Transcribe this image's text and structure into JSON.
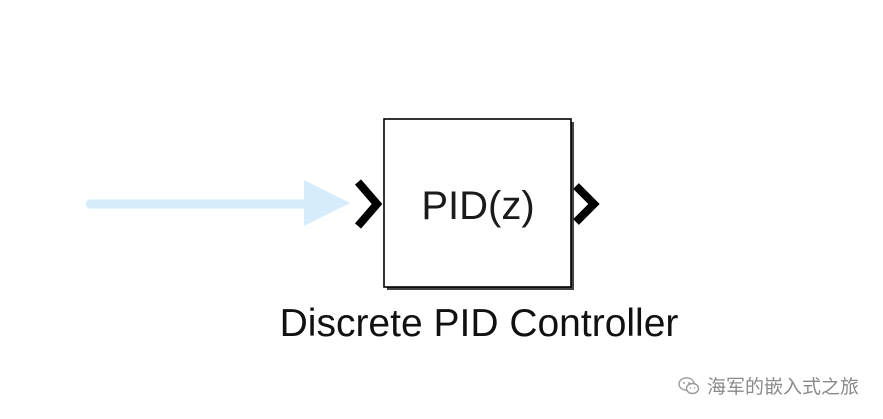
{
  "block": {
    "label": "PID(z)",
    "caption": "Discrete PID Controller"
  },
  "colors": {
    "signal_line": "#d6ecfb",
    "block_border": "#000000",
    "port": "#000000"
  },
  "icons": {
    "input_port": "chevron-right-icon",
    "output_port": "chevron-right-icon",
    "watermark": "wechat-icon"
  },
  "watermark": {
    "text": "海军的嵌入式之旅"
  }
}
